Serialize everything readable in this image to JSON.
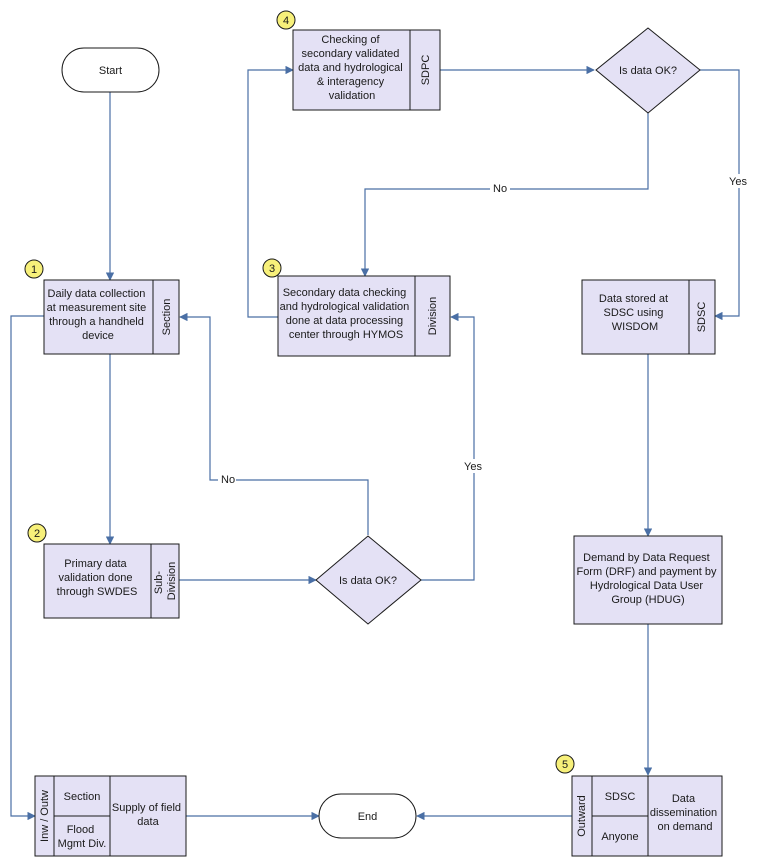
{
  "nodes": {
    "start": "Start",
    "end": "End",
    "step1": [
      "Daily data collection",
      "at measurement site",
      "through a handheld",
      "device"
    ],
    "step1_side": "Section",
    "step2": [
      "Primary data",
      "validation done",
      "through SWDES"
    ],
    "step2_side": [
      "Sub-",
      "Division"
    ],
    "step3": [
      "Secondary data checking",
      "and hydrological validation",
      "done at data processing",
      "center through HYMOS"
    ],
    "step3_side": "Division",
    "step4": [
      "Checking of",
      "secondary validated",
      "data and hydrological",
      "& interagency",
      "validation"
    ],
    "step4_side": "SDPC",
    "decision_low": "Is data OK?",
    "decision_top": "Is data OK?",
    "storage": [
      "Data stored at",
      "SDSC using",
      "WISDOM"
    ],
    "storage_side": "SDSC",
    "demand": [
      "Demand by Data Request",
      "Form (DRF) and payment by",
      "Hydrological Data User",
      "Group (HDUG)"
    ],
    "supply_side": "Inw / Outw",
    "supply_top": "Section",
    "supply_bottom": [
      "Flood",
      "Mgmt Div."
    ],
    "supply_main": [
      "Supply of field",
      "data"
    ],
    "dissem_side": "Outward",
    "dissem_top": "SDSC",
    "dissem_bottom": "Anyone",
    "dissem_main": [
      "Data",
      "dissemination",
      "on demand"
    ]
  },
  "edge_labels": {
    "no_low": "No",
    "yes_low": "Yes",
    "no_top": "No",
    "yes_top": "Yes"
  },
  "step_numbers": [
    "1",
    "2",
    "3",
    "4",
    "5"
  ],
  "colors": {
    "box_fill": "#e4e1f5",
    "connector": "#4a6fa5",
    "number_badge": "#f7f07a"
  }
}
